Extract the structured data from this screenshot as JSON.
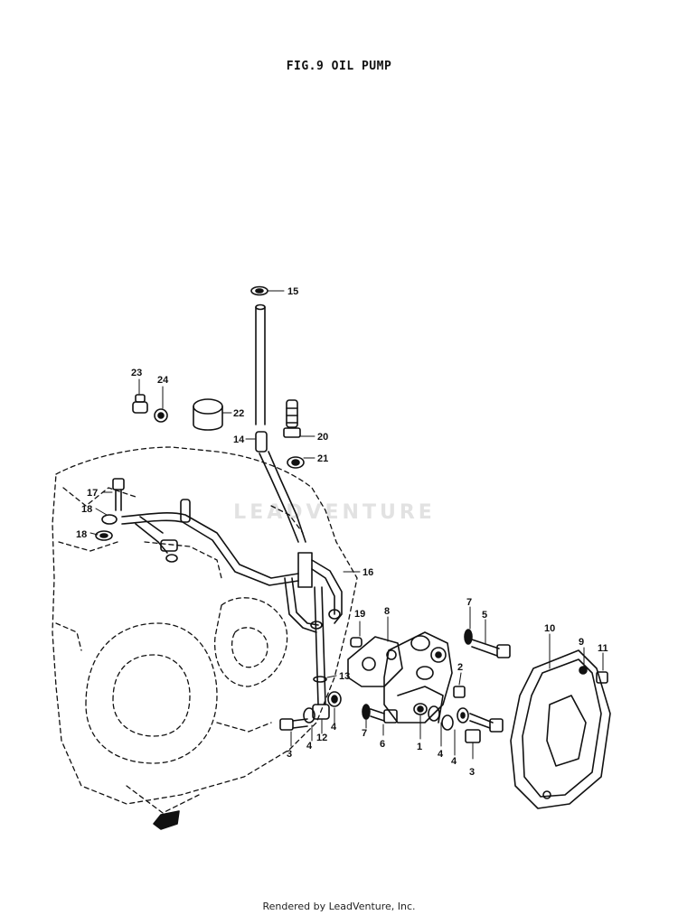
{
  "figure": {
    "title": "FIG.9  OIL PUMP"
  },
  "watermark": {
    "text": "LEADVENTURE"
  },
  "footer": {
    "text": "Rendered by LeadVenture, Inc."
  },
  "callouts": [
    {
      "id": "c15",
      "text": "15"
    },
    {
      "id": "c23",
      "text": "23"
    },
    {
      "id": "c24",
      "text": "24"
    },
    {
      "id": "c22",
      "text": "22"
    },
    {
      "id": "c14",
      "text": "14"
    },
    {
      "id": "c20",
      "text": "20"
    },
    {
      "id": "c21",
      "text": "21"
    },
    {
      "id": "c17",
      "text": "17"
    },
    {
      "id": "c18a",
      "text": "18"
    },
    {
      "id": "c18b",
      "text": "18"
    },
    {
      "id": "c16",
      "text": "16"
    },
    {
      "id": "c19",
      "text": "19"
    },
    {
      "id": "c8",
      "text": "8"
    },
    {
      "id": "c7a",
      "text": "7"
    },
    {
      "id": "c5",
      "text": "5"
    },
    {
      "id": "c10",
      "text": "10"
    },
    {
      "id": "c9",
      "text": "9"
    },
    {
      "id": "c11",
      "text": "11"
    },
    {
      "id": "c13",
      "text": "13"
    },
    {
      "id": "c2",
      "text": "2"
    },
    {
      "id": "c4a",
      "text": "4"
    },
    {
      "id": "c4b",
      "text": "4"
    },
    {
      "id": "c12",
      "text": "12"
    },
    {
      "id": "c3a",
      "text": "3"
    },
    {
      "id": "c7b",
      "text": "7"
    },
    {
      "id": "c6",
      "text": "6"
    },
    {
      "id": "c1",
      "text": "1"
    },
    {
      "id": "c4c",
      "text": "4"
    },
    {
      "id": "c4d",
      "text": "4"
    },
    {
      "id": "c3b",
      "text": "3"
    }
  ]
}
